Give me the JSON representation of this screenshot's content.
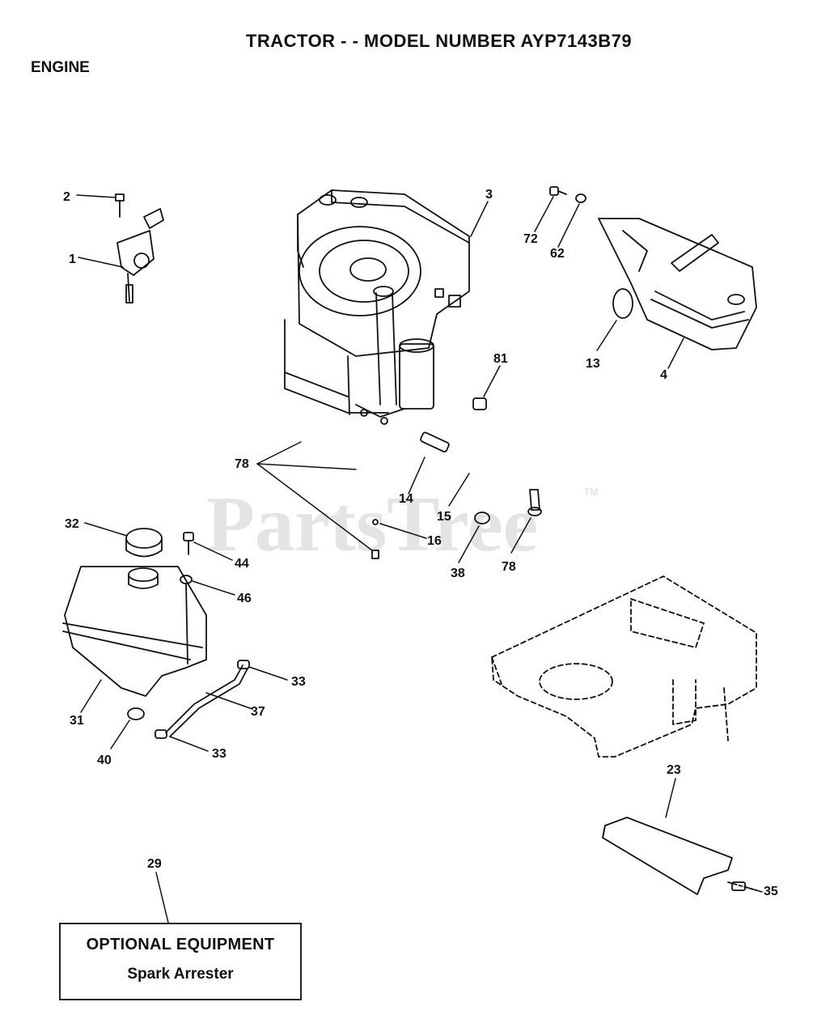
{
  "header": {
    "title": "TRACTOR - - MODEL NUMBER AYP7143B79",
    "section": "ENGINE"
  },
  "watermark": {
    "text": "PartsTree",
    "trademark": "TM"
  },
  "callouts": {
    "c1": "1",
    "c2": "2",
    "c3": "3",
    "c4": "4",
    "c13": "13",
    "c14": "14",
    "c15": "15",
    "c16": "16",
    "c23": "23",
    "c29": "29",
    "c31": "31",
    "c32": "32",
    "c33a": "33",
    "c33b": "33",
    "c35": "35",
    "c37": "37",
    "c38": "38",
    "c40": "40",
    "c44": "44",
    "c46": "46",
    "c62": "62",
    "c72": "72",
    "c78a": "78",
    "c78b": "78",
    "c81": "81"
  },
  "optional_box": {
    "title": "OPTIONAL EQUIPMENT",
    "item": "Spark Arrester"
  }
}
